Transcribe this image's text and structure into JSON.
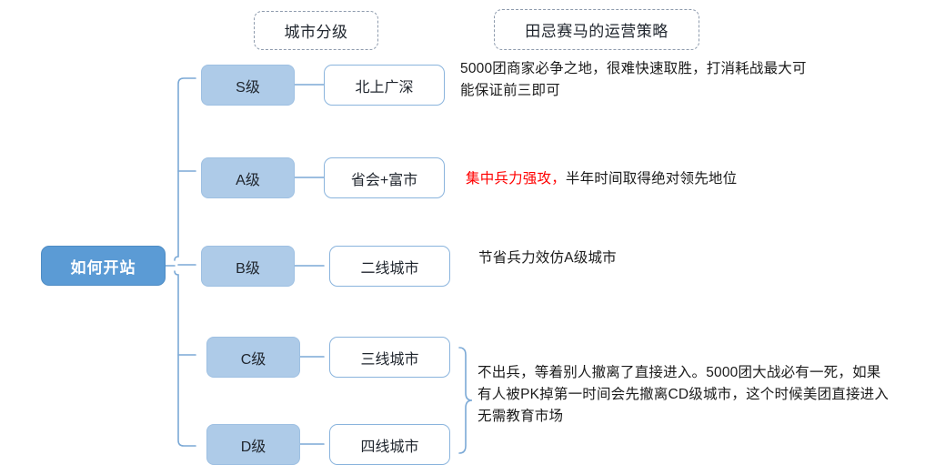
{
  "diagram": {
    "title_headers": [
      {
        "id": "tier",
        "label": "城市分级"
      },
      {
        "id": "strat",
        "label": "田忌赛马的运营策略"
      }
    ],
    "root": {
      "label": "如何开站"
    },
    "branches": [
      {
        "tier": "S级",
        "city": "北上广深"
      },
      {
        "tier": "A级",
        "city": "省会+富市"
      },
      {
        "tier": "B级",
        "city": "二线城市"
      },
      {
        "tier": "C级",
        "city": "三线城市"
      },
      {
        "tier": "D级",
        "city": "四线城市"
      }
    ],
    "notes": {
      "s": "5000团商家必争之地，很难快速取胜，打消耗战最大可能保证前三即可",
      "a_emphasis": "集中兵力强攻，",
      "a_rest": "半年时间取得绝对领先地位",
      "b": "节省兵力效仿A级城市",
      "cd": "不出兵，等着别人撤离了直接进入。5000团大战必有一死，如果有人被PK掉第一时间会先撤离CD级城市，这个时候美团直接进入无需教育市场"
    },
    "colors": {
      "root_fill": "#5b9bd5",
      "root_text": "#ffffff",
      "tier_fill": "#aecbe8",
      "city_fill": "#ffffff",
      "line": "#7ba9d6",
      "header_border": "#8e9bad",
      "emphasis_text": "#ff0000",
      "body_text": "#1b1b1b"
    }
  }
}
